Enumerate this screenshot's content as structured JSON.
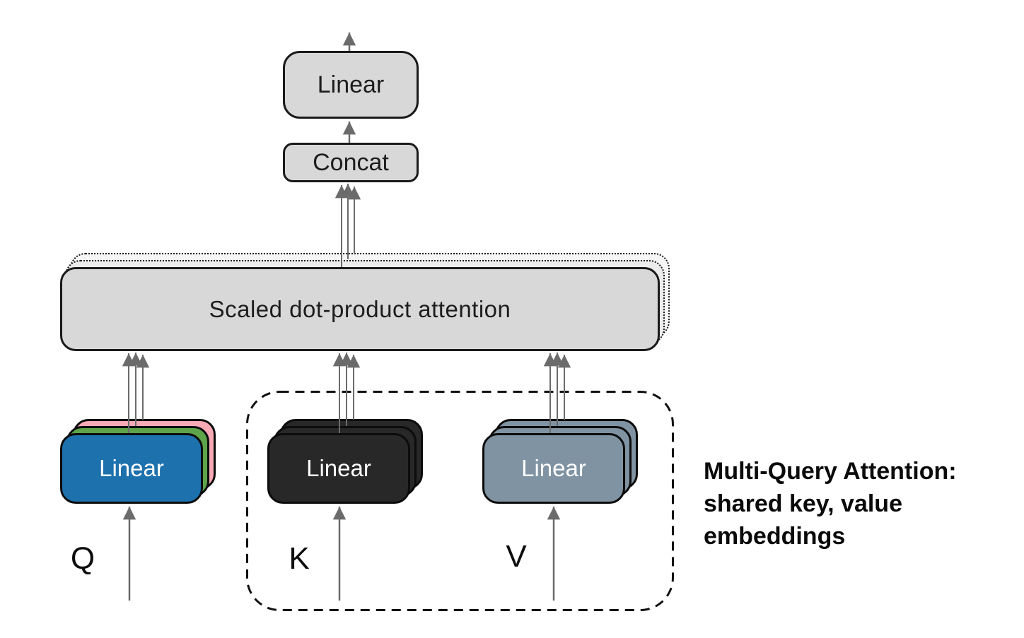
{
  "diagram": {
    "output_linear": {
      "label": "Linear"
    },
    "concat": {
      "label": "Concat"
    },
    "attention": {
      "label": "Scaled dot-product attention"
    },
    "q_stack": {
      "label": "Linear"
    },
    "k_stack": {
      "label": "Linear"
    },
    "v_stack": {
      "label": "Linear"
    },
    "inputs": {
      "q": "Q",
      "k": "K",
      "v": "V"
    },
    "caption": "Multi-Query Attention:\nshared key, value\nembeddings"
  },
  "colors": {
    "box-gray": "#d8d8d8",
    "box-border": "#1a1a1a",
    "q-front": "#1d71ad",
    "q-mid": "#5da44b",
    "q-back": "#f7a9b6",
    "k-box": "#282828",
    "v-box": "#7f93a2",
    "arrow": "#6b6b6b",
    "dotted-fill-1": "#ececec",
    "dotted-fill-2": "#f6f6f6",
    "white-text": "#ffffff"
  }
}
